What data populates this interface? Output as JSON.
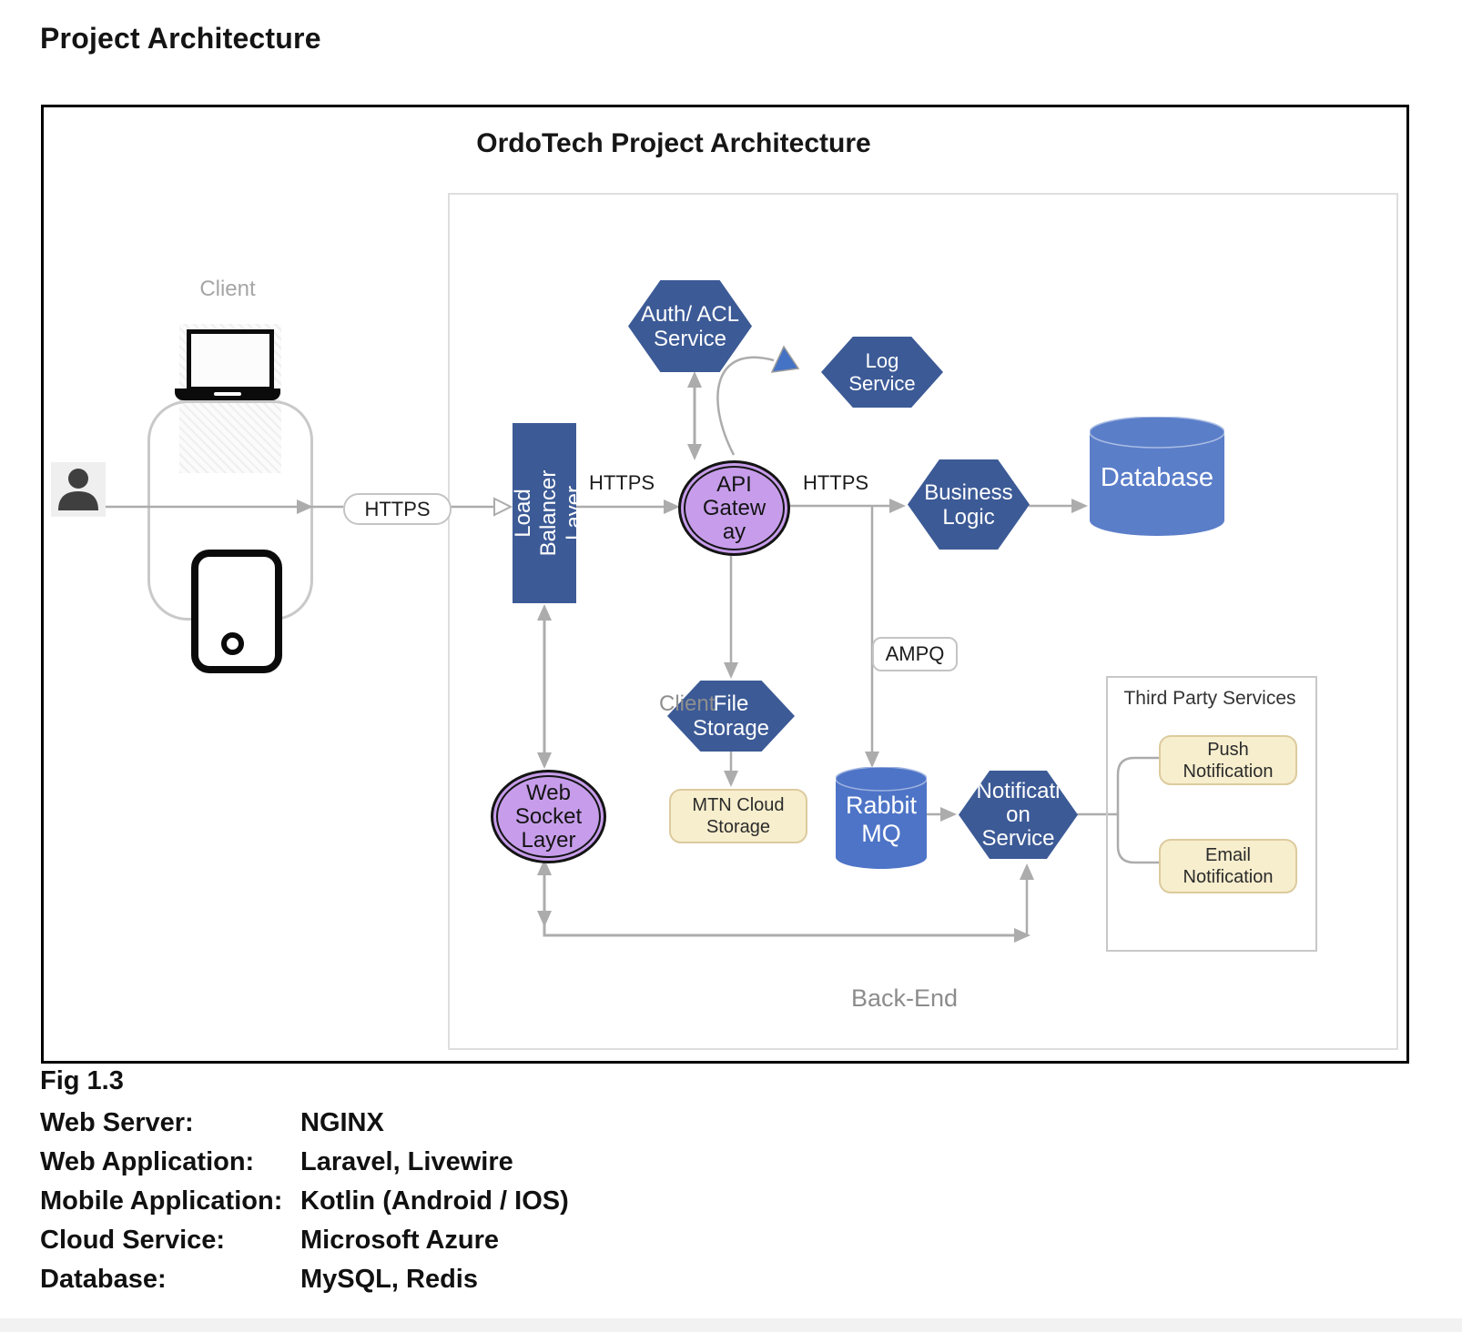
{
  "page": {
    "title": "Project Architecture",
    "fig_label": "Fig 1.3",
    "specs": [
      {
        "label": "Web Server:",
        "value": "NGINX"
      },
      {
        "label": "Web Application:",
        "value": "Laravel, Livewire"
      },
      {
        "label": "Mobile Application:",
        "value": "Kotlin (Android / IOS)"
      },
      {
        "label": "Cloud Service:",
        "value": "Microsoft Azure"
      },
      {
        "label": "Database:",
        "value": "MySQL, Redis"
      }
    ]
  },
  "diagram": {
    "title": "OrdoTech Project Architecture",
    "region_labels": {
      "client": "Client",
      "backend": "Back-End",
      "third_party": "Third Party Services",
      "ghost_client": "Client"
    },
    "edge_labels": {
      "https_client": "HTTPS",
      "https_gateway": "HTTPS",
      "https_backend": "HTTPS",
      "ampq": "AMPQ"
    },
    "nodes": {
      "load_balancer": [
        "Load",
        "Balancer",
        "Layer"
      ],
      "auth_acl_service": [
        "Auth/ ACL",
        "Service"
      ],
      "log_service": [
        "Log",
        "Service"
      ],
      "api_gateway": [
        "API",
        "Gatew",
        "ay"
      ],
      "business_logic": [
        "Business",
        "Logic"
      ],
      "database": [
        "Database"
      ],
      "file_storage": [
        "File",
        "Storage"
      ],
      "mtn_cloud_storage": [
        "MTN Cloud",
        "Storage"
      ],
      "rabbit_mq": [
        "Rabbit",
        "MQ"
      ],
      "notification_service": [
        "Notificati",
        "on",
        "Service"
      ],
      "web_socket_layer": [
        "Web",
        "Socket",
        "Layer"
      ],
      "push_notification": [
        "Push",
        "Notification"
      ],
      "email_notification": [
        "Email",
        "Notification"
      ]
    },
    "colors": {
      "hexagon_blue": "#3C5A96",
      "database_blue": "#5B7EC9",
      "rabbitmq_blue": "#4E74C7",
      "gateway_purple": "#C79DEB",
      "cream": "#F7EECD",
      "line_gray": "#ACACAC",
      "blue_arrowhead": "#4472C4"
    }
  }
}
